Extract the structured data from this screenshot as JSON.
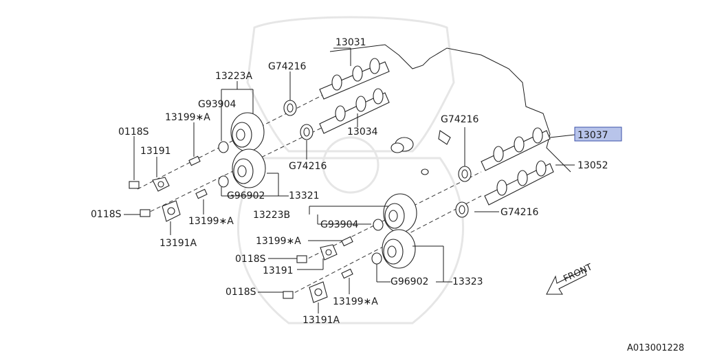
{
  "figure_id": "A013001228",
  "direction_label": "FRONT",
  "highlight": {
    "part": "13037",
    "fill": "#b8c4ea",
    "border": "#3a4fa8"
  },
  "labels": {
    "p13031": "13031",
    "p13034": "13034",
    "p13037": "13037",
    "p13052": "13052",
    "p13223A": "13223A",
    "p13223B": "13223B",
    "p13321": "13321",
    "p13323": "13323",
    "p13191_top": "13191",
    "p13191_mid": "13191",
    "p13191A_left": "13191A",
    "p13191A_bot": "13191A",
    "p13199A_1": "13199∗A",
    "p13199A_2": "13199∗A",
    "p13199A_3": "13199∗A",
    "p13199A_4": "13199∗A",
    "p0118S_1": "0118S",
    "p0118S_2": "0118S",
    "p0118S_3": "0118S",
    "p0118S_4": "0118S",
    "pG74216_1": "G74216",
    "pG74216_2": "G74216",
    "pG74216_3": "G74216",
    "pG74216_4": "G74216",
    "pG93904_1": "G93904",
    "pG93904_2": "G93904",
    "pG96902_1": "G96902",
    "pG96902_2": "G96902"
  }
}
